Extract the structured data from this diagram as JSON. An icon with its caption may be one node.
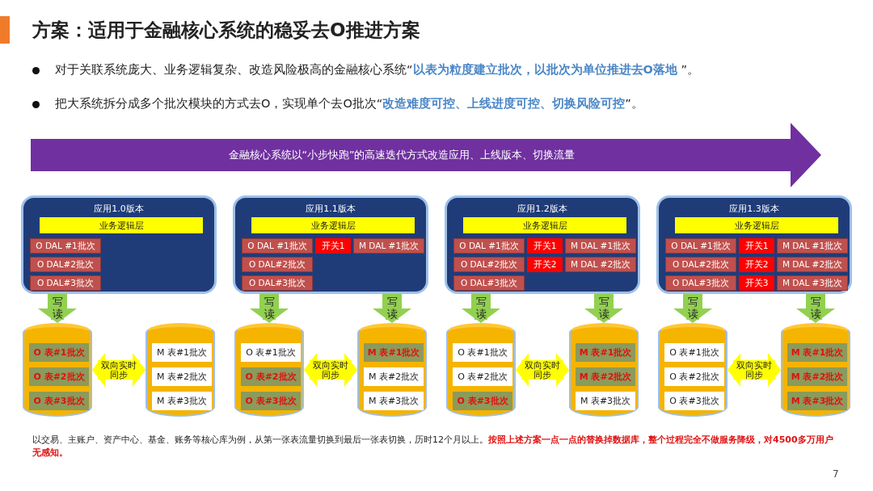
{
  "diagram": {
    "title": "方案：适用于金融核心系统的稳妥去O推进方案",
    "nodes": [
      {
        "text": [
          "金融核心系统以“小步快跑”的高速迭代方式改造应用、上线版本、切换流量"
        ]
      },
      {
        "text": [
          "应用1.0版本"
        ]
      },
      {
        "text": [
          "业务逻辑层"
        ],
        "in": 1
      },
      {
        "text": [
          "O DAL #1批次"
        ],
        "in": 1
      },
      {
        "text": [
          "O DAL#2批次"
        ],
        "in": 1
      },
      {
        "text": [
          "O DAL#3批次"
        ],
        "in": 1
      },
      {
        "text": [],
        "shape": "cylinder"
      },
      {
        "text": [
          "O 表#1批次"
        ],
        "in": 6
      },
      {
        "text": [
          "O 表#2批次"
        ],
        "in": 6
      },
      {
        "text": [
          "O 表#3批次"
        ],
        "in": 6
      },
      {
        "text": [],
        "shape": "cylinder"
      },
      {
        "text": [
          "M 表#1批次"
        ],
        "in": 10
      },
      {
        "text": [
          "M 表#2批次"
        ],
        "in": 10
      },
      {
        "text": [
          "M 表#3批次"
        ],
        "in": 10
      },
      {
        "text": [
          "应用1.1版本"
        ]
      },
      {
        "text": [
          "业务逻辑层"
        ],
        "in": 14
      },
      {
        "text": [
          "O DAL #1批次"
        ],
        "in": 14
      },
      {
        "text": [
          "开关1"
        ],
        "in": 14
      },
      {
        "text": [
          "M DAL #1批次"
        ],
        "in": 14
      },
      {
        "text": [
          "O DAL#2批次"
        ],
        "in": 14
      },
      {
        "text": [
          "O DAL#3批次"
        ],
        "in": 14
      },
      {
        "text": [],
        "shape": "cylinder"
      },
      {
        "text": [
          "O 表#1批次"
        ],
        "in": 21
      },
      {
        "text": [
          "O 表#2批次"
        ],
        "in": 21
      },
      {
        "text": [
          "O 表#3批次"
        ],
        "in": 21
      },
      {
        "text": [],
        "shape": "cylinder"
      },
      {
        "text": [
          "M 表#1批次"
        ],
        "in": 25
      },
      {
        "text": [
          "M 表#2批次"
        ],
        "in": 25
      },
      {
        "text": [
          "M 表#3批次"
        ],
        "in": 25
      },
      {
        "text": [
          "应用1.2版本"
        ]
      },
      {
        "text": [
          "业务逻辑层"
        ],
        "in": 29
      },
      {
        "text": [
          "O DAL #1批次"
        ],
        "in": 29
      },
      {
        "text": [
          "开关1"
        ],
        "in": 29
      },
      {
        "text": [
          "M DAL #1批次"
        ],
        "in": 29
      },
      {
        "text": [
          "O DAL#2批次"
        ],
        "in": 29
      },
      {
        "text": [
          "开关2"
        ],
        "in": 29
      },
      {
        "text": [
          "M DAL #2批次"
        ],
        "in": 29
      },
      {
        "text": [
          "O DAL#3批次"
        ],
        "in": 29
      },
      {
        "text": [],
        "shape": "cylinder"
      },
      {
        "text": [
          "O 表#1批次"
        ],
        "in": 38
      },
      {
        "text": [
          "O 表#2批次"
        ],
        "in": 38
      },
      {
        "text": [
          "O 表#3批次"
        ],
        "in": 38
      },
      {
        "text": [],
        "shape": "cylinder"
      },
      {
        "text": [
          "M 表#1批次"
        ],
        "in": 42
      },
      {
        "text": [
          "M 表#2批次"
        ],
        "in": 42
      },
      {
        "text": [
          "M 表#3批次"
        ],
        "in": 42
      },
      {
        "text": [
          "应用1.3版本"
        ]
      },
      {
        "text": [
          "业务逻辑层"
        ],
        "in": 46
      },
      {
        "text": [
          "O DAL #1批次"
        ],
        "in": 46
      },
      {
        "text": [
          "开关1"
        ],
        "in": 46
      },
      {
        "text": [
          "M DAL #1批次"
        ],
        "in": 46
      },
      {
        "text": [
          "O DAL#2批次"
        ],
        "in": 46
      },
      {
        "text": [
          "开关2"
        ],
        "in": 46
      },
      {
        "text": [
          "M DAL #2批次"
        ],
        "in": 46
      },
      {
        "text": [
          "O DAL#3批次"
        ],
        "in": 46
      },
      {
        "text": [
          "开关3"
        ],
        "in": 46
      },
      {
        "text": [
          "M DAL #3批次"
        ],
        "in": 46
      },
      {
        "text": [],
        "shape": "cylinder"
      },
      {
        "text": [
          "O 表#1批次"
        ],
        "in": 57
      },
      {
        "text": [
          "O 表#2批次"
        ],
        "in": 57
      },
      {
        "text": [
          "O 表#3批次"
        ],
        "in": 57
      },
      {
        "text": [],
        "shape": "cylinder"
      },
      {
        "text": [
          "M 表#1批次"
        ],
        "in": 61
      },
      {
        "text": [
          "M 表#2批次"
        ],
        "in": 61
      },
      {
        "text": [
          "M 表#3批次"
        ],
        "in": 61
      }
    ],
    "edges": [
      {
        "from": 1,
        "to": 6,
        "arrow": "to",
        "label": "写读"
      },
      {
        "from": 6,
        "to": 10,
        "arrow": "both",
        "label": "双向实时同步",
        "color": "#ffff00"
      },
      {
        "from": 14,
        "to": 21,
        "arrow": "to",
        "label": "写读"
      },
      {
        "from": 14,
        "to": 25,
        "arrow": "to",
        "label": "写读"
      },
      {
        "from": 21,
        "to": 25,
        "arrow": "both",
        "label": "双向实时同步",
        "color": "#ffff00"
      },
      {
        "from": 29,
        "to": 38,
        "arrow": "to",
        "label": "写读"
      },
      {
        "from": 29,
        "to": 42,
        "arrow": "to",
        "label": "写读"
      },
      {
        "from": 38,
        "to": 42,
        "arrow": "both",
        "label": "双向实时同步",
        "color": "#ffff00"
      },
      {
        "from": 46,
        "to": 57,
        "arrow": "to",
        "label": "写读"
      },
      {
        "from": 46,
        "to": 61,
        "arrow": "to",
        "label": "写读"
      },
      {
        "from": 57,
        "to": 61,
        "arrow": "both",
        "label": "双向实时同步",
        "color": "#ffff00"
      }
    ],
    "labels": [
      "对于关联系统庞大、业务逻辑复杂、改造风险极高的金融核心系统“**以表为粒度建立批次，以批次为单位推进去O落地** ”。",
      "把大系统拆分成多个批次模块的方式去O，实现单个去O批次“**改造难度可控、上线进度可控、切换风险可控**”。",
      "以交易、主账户、资产中心、基金、账务等核心库为例，从第一张表流量切换到最后一张表切换，历时12个月以上。**按照上述方案一点一点的替换掉数据库，整个过程完全不做服务降级，对4500多万用户无感知。**",
      "7"
    ]
  }
}
